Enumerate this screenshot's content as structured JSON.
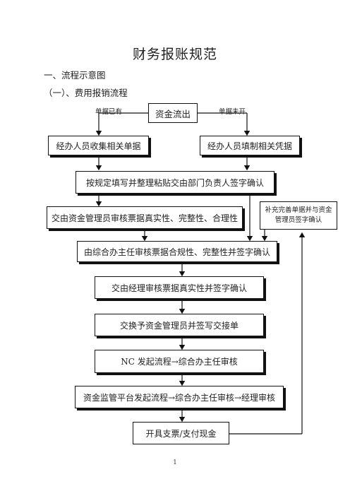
{
  "document": {
    "title": "财务报账规范",
    "section1": "一、流程示意图",
    "section2": "（一）、费用报销流程",
    "page_number": "1"
  },
  "flow": {
    "start": "资金流出",
    "tag_left": "单据已有",
    "tag_right": "单据未开",
    "collect": "经办人员收集相关单据",
    "fill": "经办人员填制相关凭据",
    "sign_dept": "按规定填写并整理粘贴交由部门负责人签字确认",
    "fund_review": "交由资金管理员审核票据真实性、完整性、合理性",
    "supplement": "补充完善单据并与资金管理员签字确认",
    "office_review": "由综合办主任审核票据合规性、完整性并签字确认",
    "manager_review": "交由经理审核票据真实性并签字确认",
    "handover": "交换予资金管理员并签写交接单",
    "nc_flow": "NC 发起流程→综合办主任审核",
    "platform_flow": "资金监管平台发起流程→综合办主任审核→经理审核",
    "payment": "开具支票/支付现金"
  }
}
